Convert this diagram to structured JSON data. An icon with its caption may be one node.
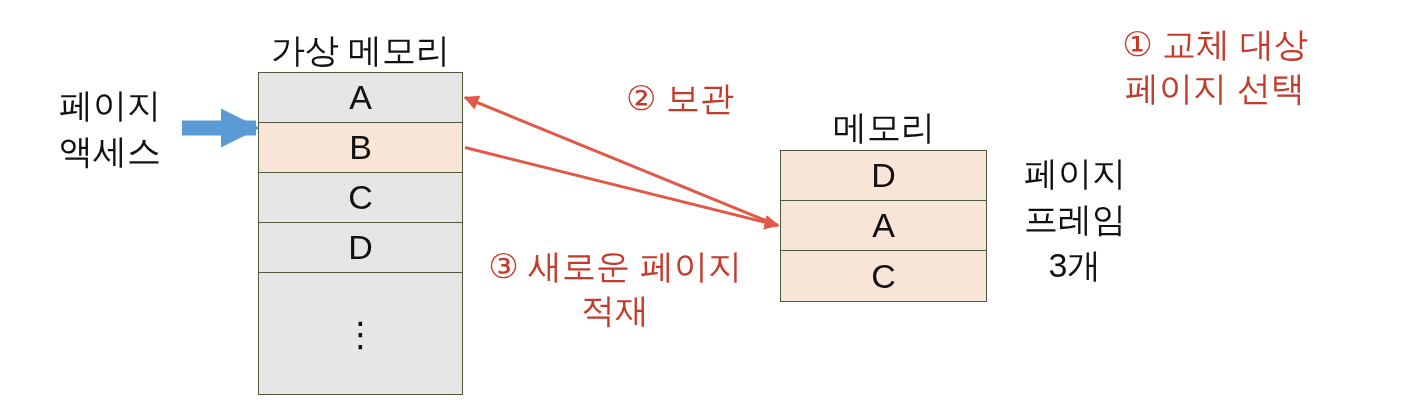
{
  "diagram": {
    "nodes": [
      {
        "text": [
          "가상 메모리"
        ]
      },
      {
        "text": [
          "A"
        ],
        "in": 0
      },
      {
        "text": [
          "B"
        ],
        "in": 0
      },
      {
        "text": [
          "C"
        ],
        "in": 0
      },
      {
        "text": [
          "D"
        ],
        "in": 0
      },
      {
        "text": [
          "⋮"
        ],
        "in": 0
      },
      {
        "text": [
          "메모리"
        ],
        "beside": [
          "페이지 프레임 3개"
        ]
      },
      {
        "text": [
          "D"
        ],
        "in": 6
      },
      {
        "text": [
          "A"
        ],
        "in": 6
      },
      {
        "text": [
          "C"
        ],
        "in": 6
      },
      {
        "text": [
          "페이지 액세스"
        ]
      }
    ],
    "edges": [
      {
        "from": 10,
        "to": 0,
        "arrow": "to",
        "style": "thick",
        "color": "#5b9bd5"
      },
      {
        "from": 8,
        "to": 1,
        "arrow": "to",
        "label": "② 보관"
      },
      {
        "from": 2,
        "to": 8,
        "arrow": "to",
        "label": "③ 새로운 페이지 적재"
      }
    ],
    "labels": [
      "① 교체 대상 페이지 선택"
    ]
  }
}
